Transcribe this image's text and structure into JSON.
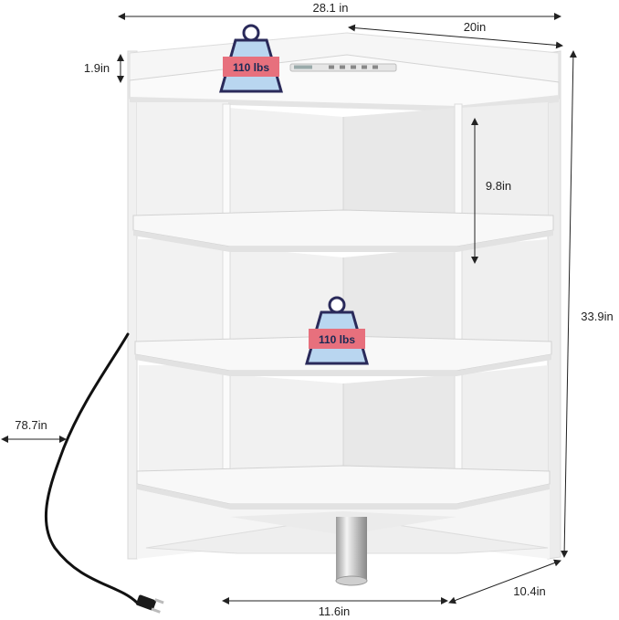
{
  "dimensions": {
    "overall_width": "28.1 in",
    "depth_side": "20in",
    "top_rail_height": "1.9in",
    "shelf_gap": "9.8in",
    "total_height": "33.9in",
    "cord_length": "78.7in",
    "bottom_front_width": "11.6in",
    "bottom_side_depth": "10.4in"
  },
  "badges": {
    "top_capacity": "110 lbs",
    "middle_capacity": "110 lbs"
  },
  "icons": [
    "weight-icon",
    "weight-icon",
    "power-plug-icon",
    "power-strip-icon"
  ],
  "colors": {
    "panel": "#f4f4f4",
    "panel_shadow": "#dedede",
    "inner_shadow": "#e6e6e6",
    "badge_red": "#e7707d",
    "badge_blue": "#b9d6f0",
    "badge_outline": "#2a2a5a",
    "cord": "#111111"
  }
}
